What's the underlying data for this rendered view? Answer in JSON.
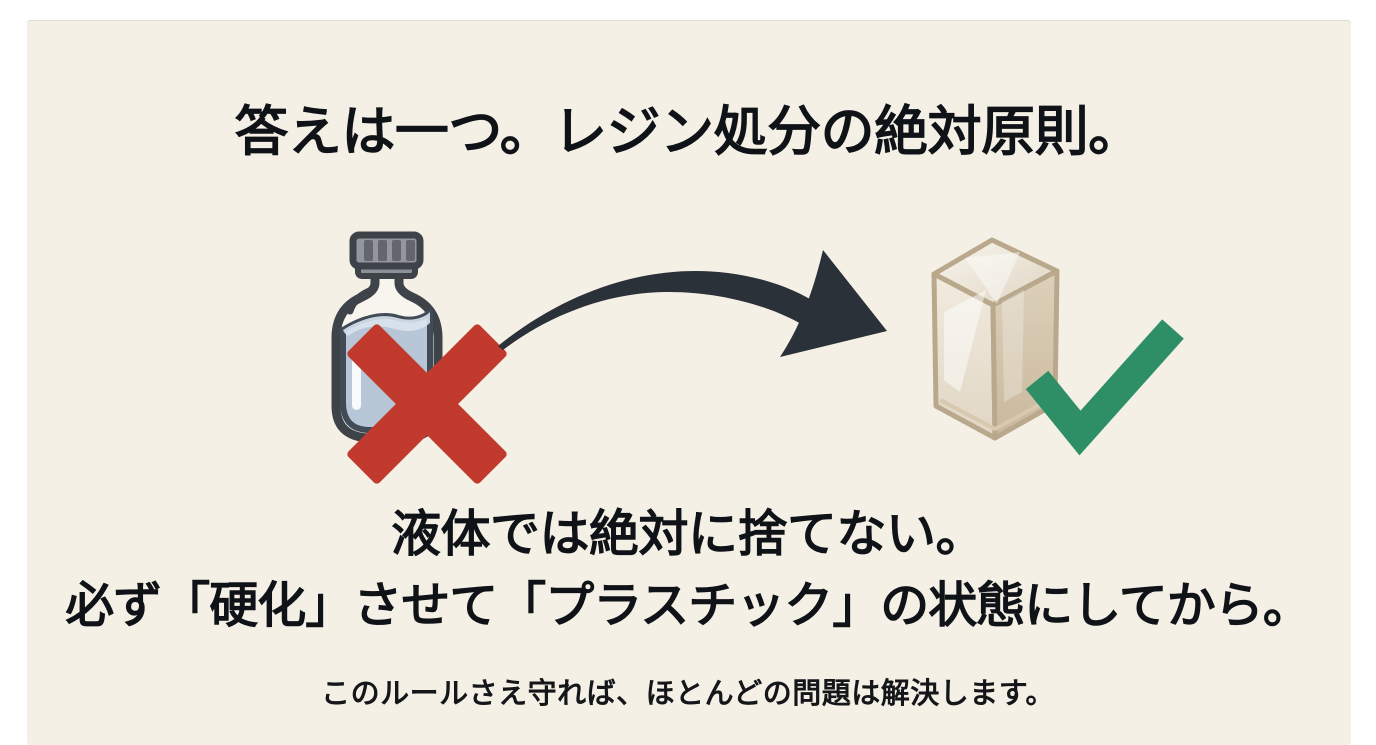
{
  "title": "答えは一つ。レジン処分の絶対原則。",
  "diagram": {
    "before_icon": "liquid-resin-bottle",
    "before_status_icon": "red-cross-mark",
    "transition_icon": "curved-arrow-right",
    "after_icon": "cured-resin-block",
    "after_status_icon": "green-check-mark"
  },
  "message": {
    "line1": "液体では絶対に捨てない。",
    "line2": "必ず「硬化」させて「プラスチック」の状態にしてから。"
  },
  "footnote": "このルールさえ守れば、ほとんどの問題は解決します。",
  "colors": {
    "page_background": "#ffffff",
    "panel_background": "#f4f0e6",
    "text": "#0f1317",
    "cross": "#c23a2d",
    "check": "#2e8f66",
    "arrow": "#2b3138",
    "bottle_outline": "#3e434a",
    "bottle_cap": "#93969c",
    "bottle_liquid": "#b7c7d8",
    "block_edge": "#b9a88c"
  }
}
